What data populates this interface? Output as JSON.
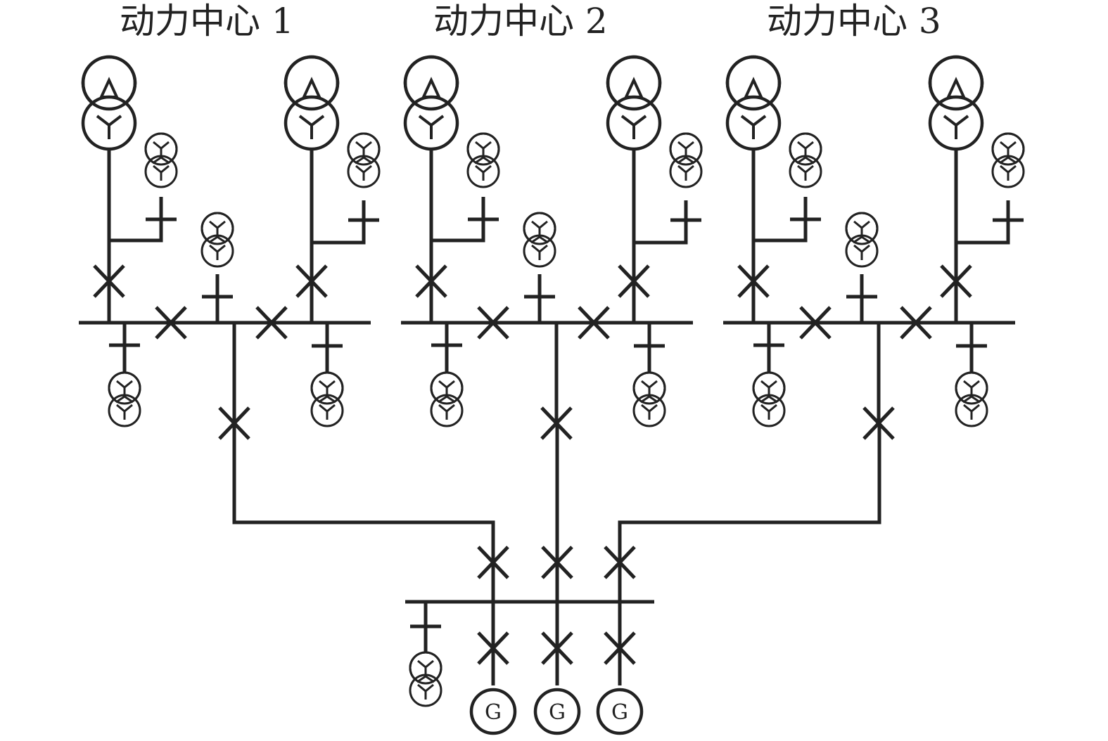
{
  "centers": [
    {
      "title": "动力中心 1"
    },
    {
      "title": "动力中心 2"
    },
    {
      "title": "动力中心 3"
    }
  ],
  "generators": [
    {
      "label": "G"
    },
    {
      "label": "G"
    },
    {
      "label": "G"
    }
  ],
  "colors": {
    "line": "#222222",
    "background": "#ffffff"
  }
}
